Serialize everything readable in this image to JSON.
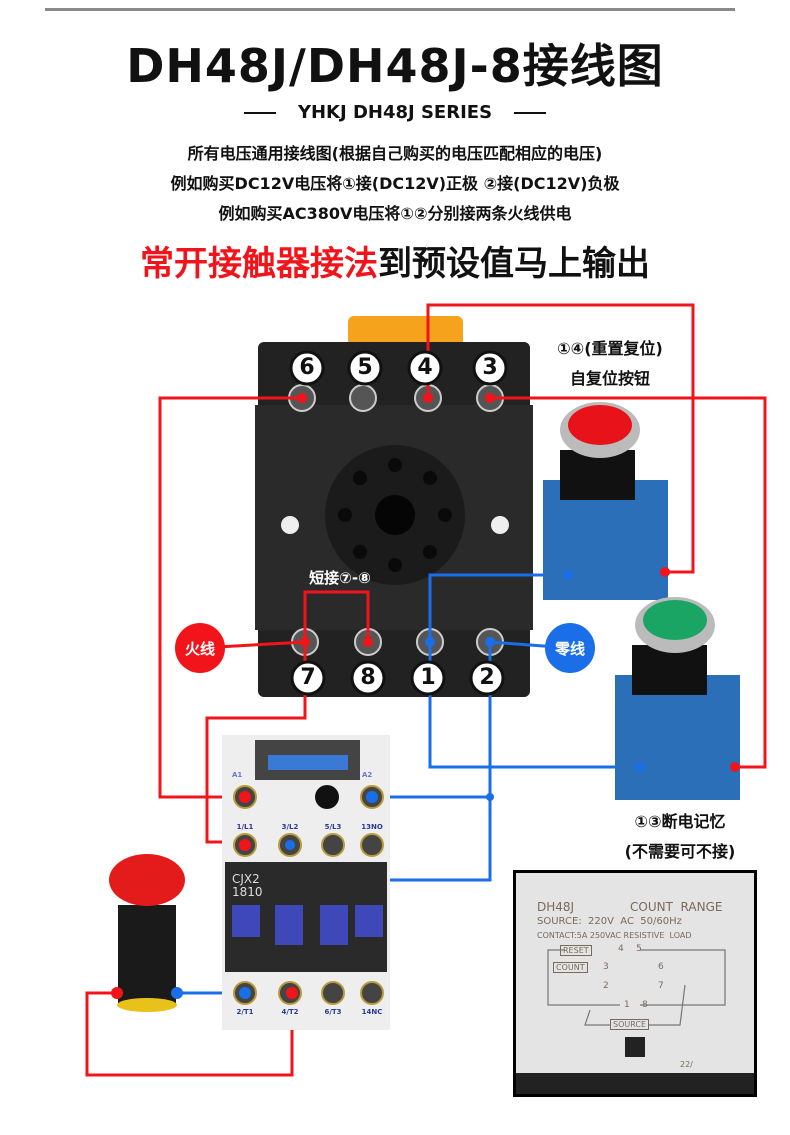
{
  "header": {
    "title": "DH48J/DH48J-8接线图",
    "series": "YHKJ DH48J SERIES",
    "lines": [
      "所有电压通用接线图(根据自己购买的电压匹配相应的电压)",
      "例如购买DC12V电压将①接(DC12V)正极  ②接(DC12V)负极",
      "例如购买AC380V电压将①②分别接两条火线供电"
    ],
    "headline_red": "常开接触器接法",
    "headline_black": "到预设值马上输出"
  },
  "relay_base": {
    "top_terminals": [
      "6",
      "5",
      "4",
      "3"
    ],
    "bottom_terminals": [
      "7",
      "8",
      "1",
      "2"
    ],
    "short_label": "短接⑦-⑧"
  },
  "wires": {
    "live": "火线",
    "neutral": "零线",
    "red": "#f2141b",
    "blue": "#1a6fe8"
  },
  "buttons": {
    "reset_label_1": "①④(重置复位)",
    "reset_label_2": "自复位按钮",
    "memory_label_1": "①③断电记忆",
    "memory_label_2": "(不需要可不接)"
  },
  "contactor": {
    "model": "CJX2",
    "rating": "1810",
    "top_terms": [
      "1/L1",
      "3/L2",
      "5/L3",
      "13NO"
    ],
    "bottom_terms": [
      "2/T1",
      "4/T2",
      "6/T3",
      "14NC"
    ],
    "coil": [
      "A1",
      "A2"
    ]
  },
  "nameplate": {
    "model": "DH48J",
    "range": "COUNT  RANGE",
    "source": "SOURCE:  220V  AC  50/60Hz",
    "contact": "CONTACT:5A 250VAC RESISTIVE  LOAD",
    "reset": "RESET",
    "count": "COUNT",
    "source_box": "SOURCE",
    "pins": [
      "4",
      "5",
      "3",
      "6",
      "2",
      "7",
      "1",
      "8"
    ],
    "code": "22/"
  }
}
